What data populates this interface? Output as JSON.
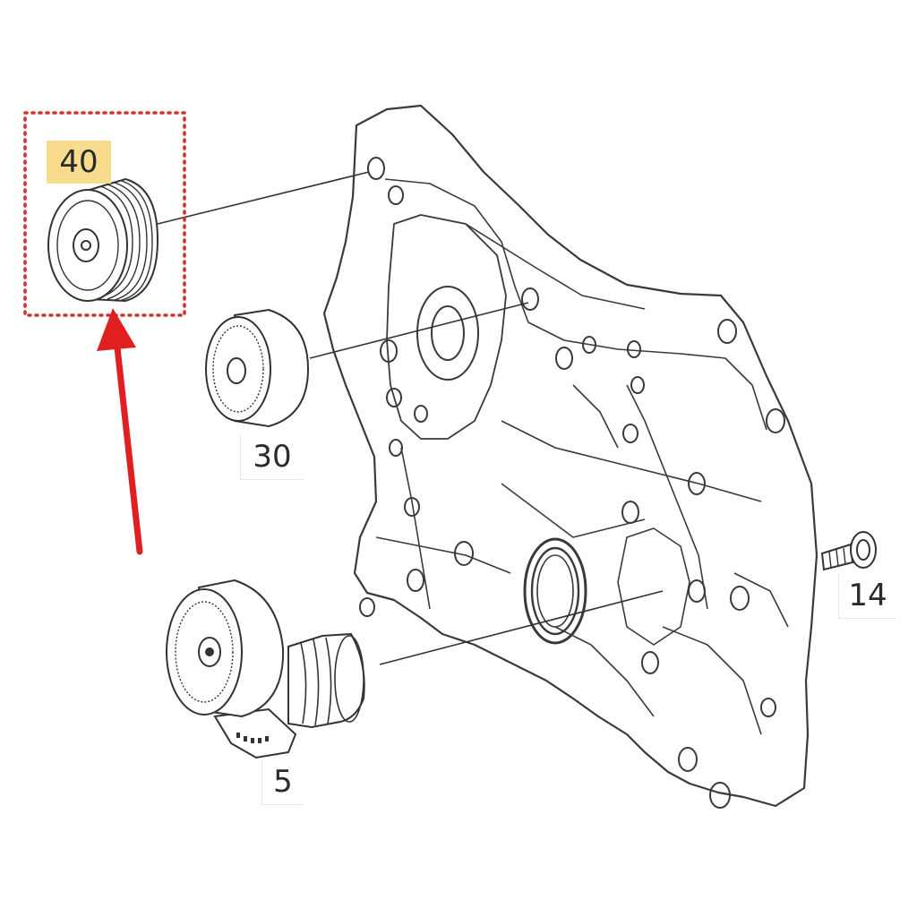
{
  "parts": [
    {
      "id": "idler-pulley-ribbed",
      "label": "40",
      "highlighted": true
    },
    {
      "id": "idler-pulley-smooth",
      "label": "30",
      "highlighted": false
    },
    {
      "id": "bolt",
      "label": "14",
      "highlighted": false
    },
    {
      "id": "belt-tensioner",
      "label": "5",
      "highlighted": false
    }
  ],
  "colors": {
    "line": "#333333",
    "highlight_box": "#d32f2f",
    "arrow": "#e02020",
    "label_highlight": "#f6dc8c"
  },
  "icons": {
    "pointer": "arrow-up-icon"
  }
}
